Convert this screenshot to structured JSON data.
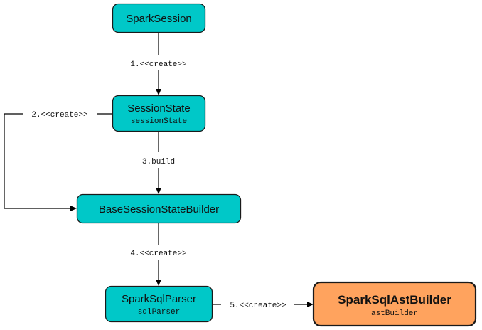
{
  "colors": {
    "default_node": "#00c8c8",
    "highlight_node": "#ffa35e",
    "edge": "#000000"
  },
  "nodes": {
    "spark_session": {
      "title": "SparkSession",
      "subtitle": ""
    },
    "session_state": {
      "title": "SessionState",
      "subtitle": "sessionState"
    },
    "base_session_state_builder": {
      "title": "BaseSessionStateBuilder",
      "subtitle": ""
    },
    "spark_sql_parser": {
      "title": "SparkSqlParser",
      "subtitle": "sqlParser"
    },
    "spark_sql_ast_builder": {
      "title": "SparkSqlAstBuilder",
      "subtitle": "astBuilder",
      "highlighted": true
    }
  },
  "edges": [
    {
      "from": "SparkSession",
      "to": "SessionState",
      "label": "1.<<create>>"
    },
    {
      "from": "SessionState",
      "to": "BaseSessionStateBuilder",
      "label": "2.<<create>>"
    },
    {
      "from": "SessionState",
      "to": "BaseSessionStateBuilder",
      "label": "3.build"
    },
    {
      "from": "BaseSessionStateBuilder",
      "to": "SparkSqlParser",
      "label": "4.<<create>>"
    },
    {
      "from": "SparkSqlParser",
      "to": "SparkSqlAstBuilder",
      "label": "5.<<create>>"
    }
  ]
}
